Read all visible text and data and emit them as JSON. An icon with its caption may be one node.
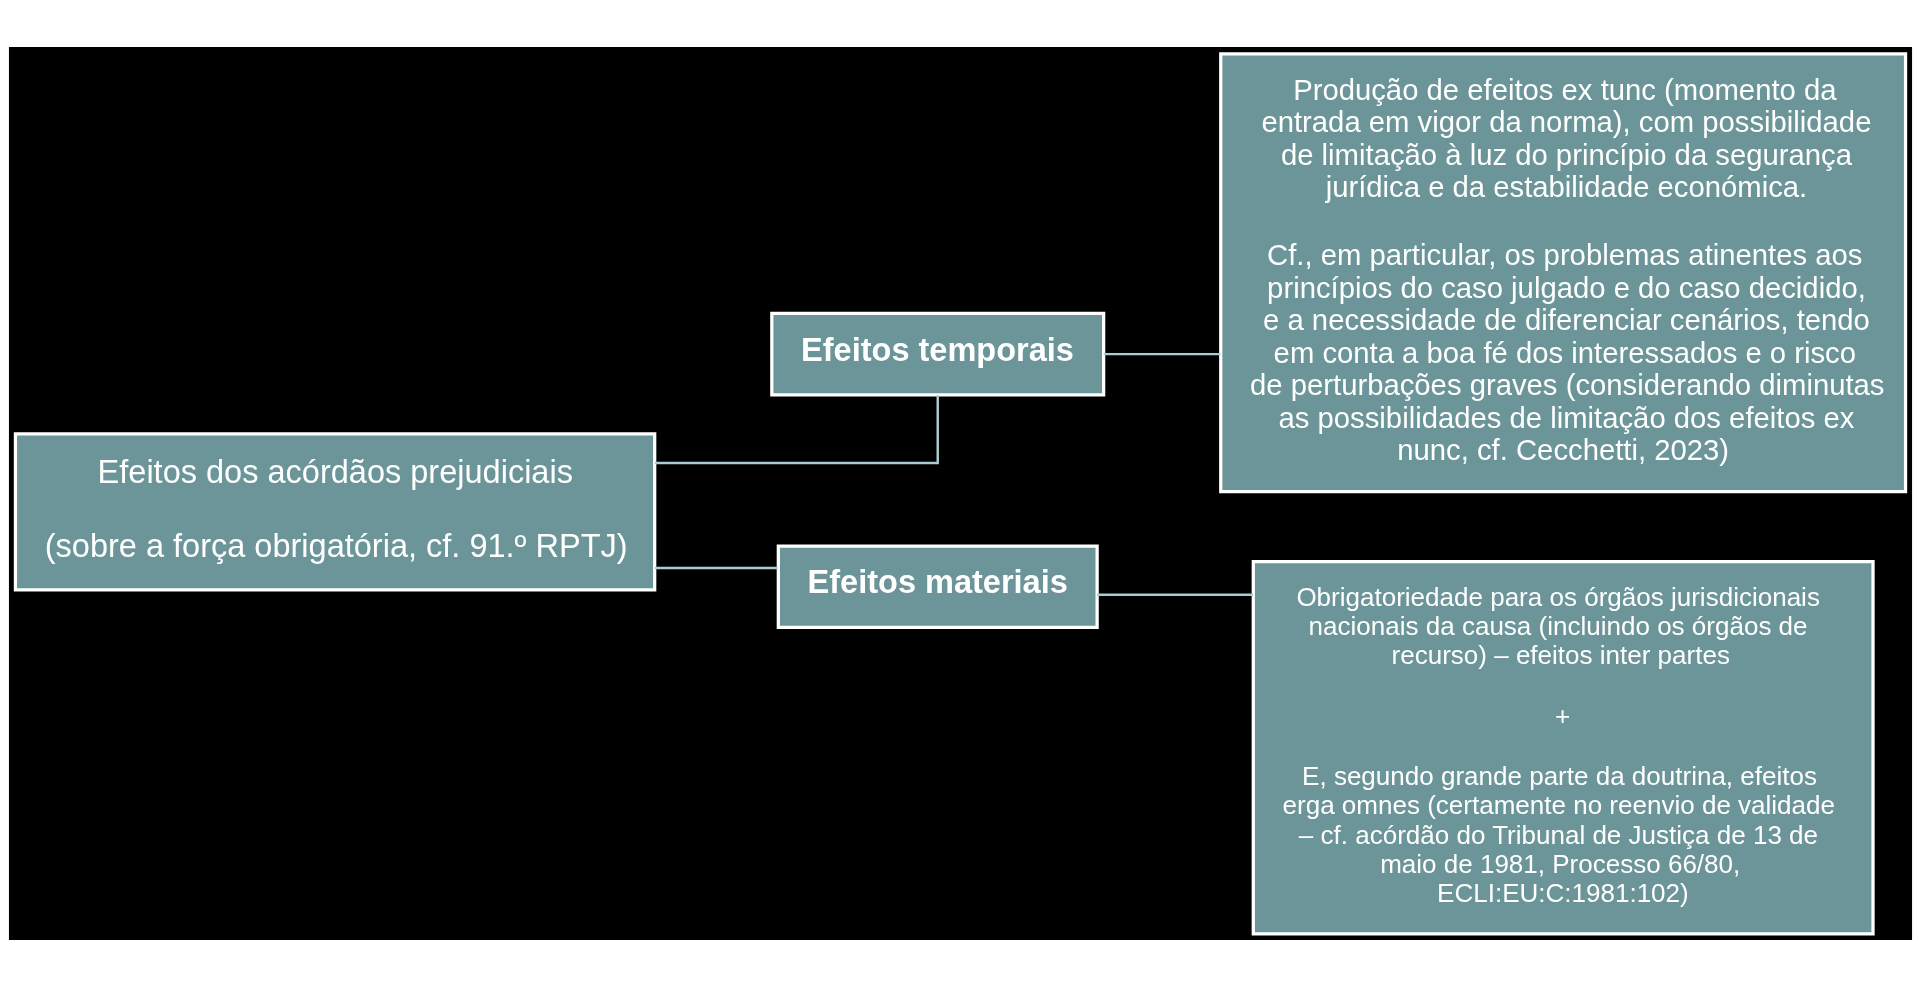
{
  "diagram": {
    "nodes": [
      {
        "text": [
          "Efeitos dos acórdãos prejudiciais",
          "(sobre a força obrigatória, cf. 91.º RPTJ)"
        ]
      },
      {
        "text": [
          "Efeitos temporais"
        ]
      },
      {
        "text": [
          "Efeitos materiais"
        ]
      },
      {
        "text": [
          "Produção de efeitos ex tunc (momento da entrada em vigor da norma), com possibilidade de limitação à luz do princípio da segurança jurídica e da estabilidade económica.",
          "Cf., em particular, os problemas atinentes aos princípios do caso julgado e do caso decidido, e a necessidade de diferenciar cenários, tendo em conta a boa fé dos interessados e o risco de perturbações graves (considerando diminutas as possibilidades de limitação dos efeitos ex nunc, cf. Cecchetti, 2023)"
        ]
      },
      {
        "text": [
          "Obrigatoriedade para os órgãos jurisdicionais nacionais da causa (incluindo os órgãos de recurso) – efeitos inter partes",
          "+",
          "E, segundo grande parte da doutrina, efeitos erga omnes (certamente no reenvio de validade – cf. acórdão do Tribunal de Justiça de 13 de maio de 1981, Processo 66/80, ECLI:EU:C:1981:102)"
        ]
      }
    ],
    "edges": [
      {
        "from": 0,
        "to": 1,
        "arrow": "none"
      },
      {
        "from": 0,
        "to": 2,
        "arrow": "none"
      },
      {
        "from": 1,
        "to": 3,
        "arrow": "none"
      },
      {
        "from": 2,
        "to": 4,
        "arrow": "none"
      }
    ]
  }
}
